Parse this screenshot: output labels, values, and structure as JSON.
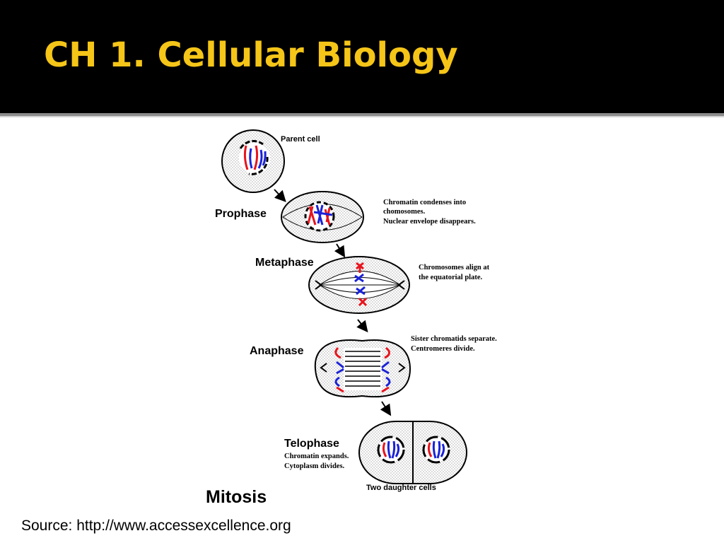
{
  "slide": {
    "title": "CH 1. Cellular Biology",
    "source": "Source: http://www.accessexcellence.org",
    "accent_color": "#f5c518",
    "header_color": "#000000"
  },
  "diagram": {
    "title": "Mitosis",
    "parent_label": "Parent cell",
    "daughter_label": "Two daughter cells",
    "stages": [
      {
        "name": "Prophase",
        "notes": [
          "Chromatin condenses into",
          "chomosomes.",
          "Nuclear envelope disappears."
        ]
      },
      {
        "name": "Metaphase",
        "notes": [
          "Chromosomes align at",
          "the equatorial plate."
        ]
      },
      {
        "name": "Anaphase",
        "notes": [
          "Sister chromatids separate.",
          "Centromeres divide."
        ]
      },
      {
        "name": "Telophase",
        "notes": [
          "Chromatin expands.",
          "Cytoplasm divides."
        ]
      }
    ],
    "chromosome_colors": {
      "maternal": "#e8141e",
      "paternal": "#1a22d8"
    }
  }
}
